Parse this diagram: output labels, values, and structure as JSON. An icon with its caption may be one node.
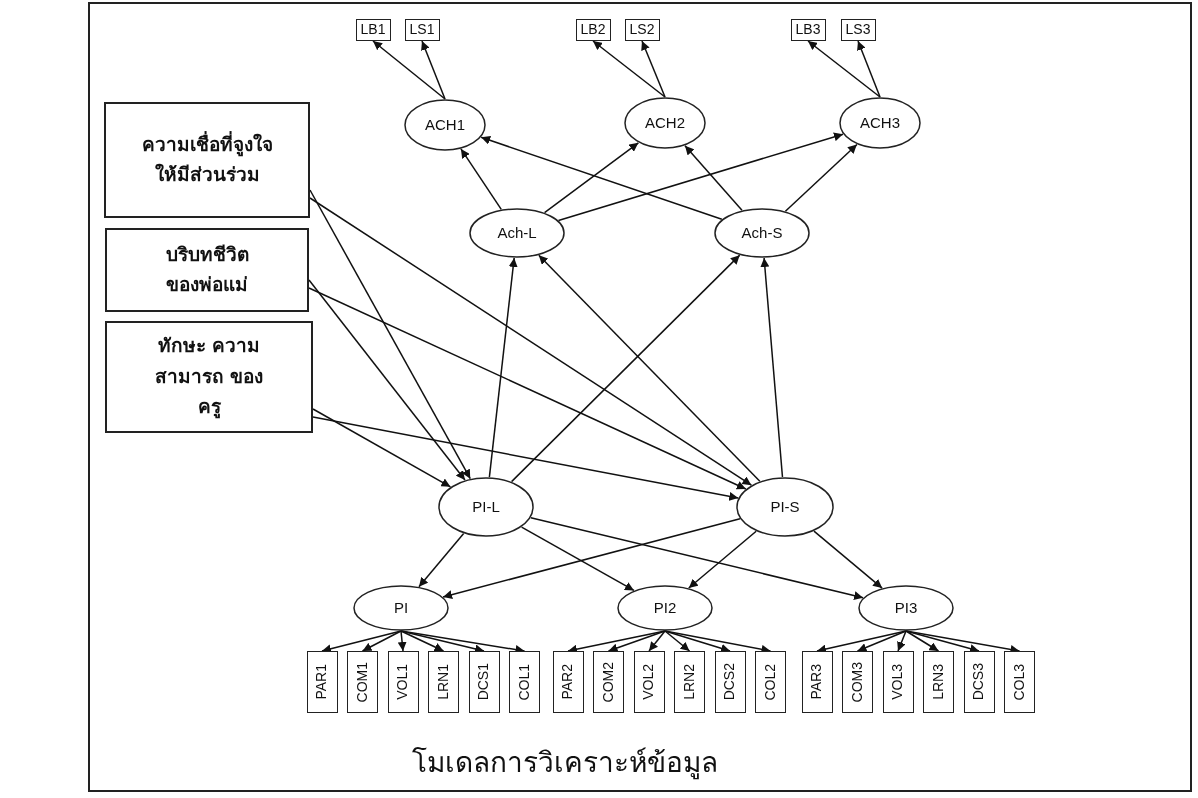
{
  "diagram": {
    "caption": "โมเดลการวิเคราะห์ข้อมูล",
    "nodes": [
      {
        "text": [
          "LB1"
        ]
      },
      {
        "text": [
          "LS1"
        ]
      },
      {
        "text": [
          "LB2"
        ]
      },
      {
        "text": [
          "LS2"
        ]
      },
      {
        "text": [
          "LB3"
        ]
      },
      {
        "text": [
          "LS3"
        ]
      },
      {
        "text": [
          "ACH1"
        ]
      },
      {
        "text": [
          "ACH2"
        ]
      },
      {
        "text": [
          "ACH3"
        ]
      },
      {
        "text": [
          "ความเชื่อที่จูงใจ ให้มีส่วนร่วม"
        ]
      },
      {
        "text": [
          "Ach-L"
        ]
      },
      {
        "text": [
          "Ach-S"
        ]
      },
      {
        "text": [
          "บริบทชีวิต ของพ่อแม่"
        ]
      },
      {
        "text": [
          "ทักษะ ความสามารถ ของครู"
        ]
      },
      {
        "text": [
          "PI-L"
        ]
      },
      {
        "text": [
          "PI-S"
        ]
      },
      {
        "text": [
          "PI"
        ]
      },
      {
        "text": [
          "PI2"
        ]
      },
      {
        "text": [
          "PI3"
        ]
      },
      {
        "text": [
          "PAR1"
        ]
      },
      {
        "text": [
          "COM1"
        ]
      },
      {
        "text": [
          "VOL1"
        ]
      },
      {
        "text": [
          "LRN1"
        ]
      },
      {
        "text": [
          "DCS1"
        ]
      },
      {
        "text": [
          "COL1"
        ]
      },
      {
        "text": [
          "PAR2"
        ]
      },
      {
        "text": [
          "COM2"
        ]
      },
      {
        "text": [
          "VOL2"
        ]
      },
      {
        "text": [
          "LRN2"
        ]
      },
      {
        "text": [
          "DCS2"
        ]
      },
      {
        "text": [
          "COL2"
        ]
      },
      {
        "text": [
          "PAR3"
        ]
      },
      {
        "text": [
          "COM3"
        ]
      },
      {
        "text": [
          "VOL3"
        ]
      },
      {
        "text": [
          "LRN3"
        ]
      },
      {
        "text": [
          "DCS3"
        ]
      },
      {
        "text": [
          "COL3"
        ]
      }
    ],
    "edges": [
      {
        "from": 6,
        "to": 0,
        "arrow": "to"
      },
      {
        "from": 6,
        "to": 1,
        "arrow": "to"
      },
      {
        "from": 7,
        "to": 2,
        "arrow": "to"
      },
      {
        "from": 7,
        "to": 3,
        "arrow": "to"
      },
      {
        "from": 8,
        "to": 4,
        "arrow": "to"
      },
      {
        "from": 8,
        "to": 5,
        "arrow": "to"
      },
      {
        "from": 10,
        "to": 6,
        "arrow": "to"
      },
      {
        "from": 10,
        "to": 7,
        "arrow": "to"
      },
      {
        "from": 10,
        "to": 8,
        "arrow": "to"
      },
      {
        "from": 11,
        "to": 6,
        "arrow": "to"
      },
      {
        "from": 11,
        "to": 7,
        "arrow": "to"
      },
      {
        "from": 11,
        "to": 8,
        "arrow": "to"
      },
      {
        "from": 9,
        "to": 14,
        "arrow": "to"
      },
      {
        "from": 9,
        "to": 15,
        "arrow": "to"
      },
      {
        "from": 12,
        "to": 14,
        "arrow": "to"
      },
      {
        "from": 12,
        "to": 15,
        "arrow": "to"
      },
      {
        "from": 13,
        "to": 14,
        "arrow": "to"
      },
      {
        "from": 13,
        "to": 15,
        "arrow": "to"
      },
      {
        "from": 14,
        "to": 10,
        "arrow": "to"
      },
      {
        "from": 14,
        "to": 11,
        "arrow": "to"
      },
      {
        "from": 15,
        "to": 10,
        "arrow": "to"
      },
      {
        "from": 15,
        "to": 11,
        "arrow": "to"
      },
      {
        "from": 14,
        "to": 16,
        "arrow": "to"
      },
      {
        "from": 14,
        "to": 17,
        "arrow": "to"
      },
      {
        "from": 14,
        "to": 18,
        "arrow": "to"
      },
      {
        "from": 15,
        "to": 16,
        "arrow": "to"
      },
      {
        "from": 15,
        "to": 17,
        "arrow": "to"
      },
      {
        "from": 15,
        "to": 18,
        "arrow": "to"
      },
      {
        "from": 16,
        "to": 19,
        "arrow": "to"
      },
      {
        "from": 16,
        "to": 20,
        "arrow": "to"
      },
      {
        "from": 16,
        "to": 21,
        "arrow": "to"
      },
      {
        "from": 16,
        "to": 22,
        "arrow": "to"
      },
      {
        "from": 16,
        "to": 23,
        "arrow": "to"
      },
      {
        "from": 16,
        "to": 24,
        "arrow": "to"
      },
      {
        "from": 17,
        "to": 25,
        "arrow": "to"
      },
      {
        "from": 17,
        "to": 26,
        "arrow": "to"
      },
      {
        "from": 17,
        "to": 27,
        "arrow": "to"
      },
      {
        "from": 17,
        "to": 28,
        "arrow": "to"
      },
      {
        "from": 17,
        "to": 29,
        "arrow": "to"
      },
      {
        "from": 17,
        "to": 30,
        "arrow": "to"
      },
      {
        "from": 18,
        "to": 31,
        "arrow": "to"
      },
      {
        "from": 18,
        "to": 32,
        "arrow": "to"
      },
      {
        "from": 18,
        "to": 33,
        "arrow": "to"
      },
      {
        "from": 18,
        "to": 34,
        "arrow": "to"
      },
      {
        "from": 18,
        "to": 35,
        "arrow": "to"
      },
      {
        "from": 18,
        "to": 36,
        "arrow": "to"
      }
    ]
  }
}
